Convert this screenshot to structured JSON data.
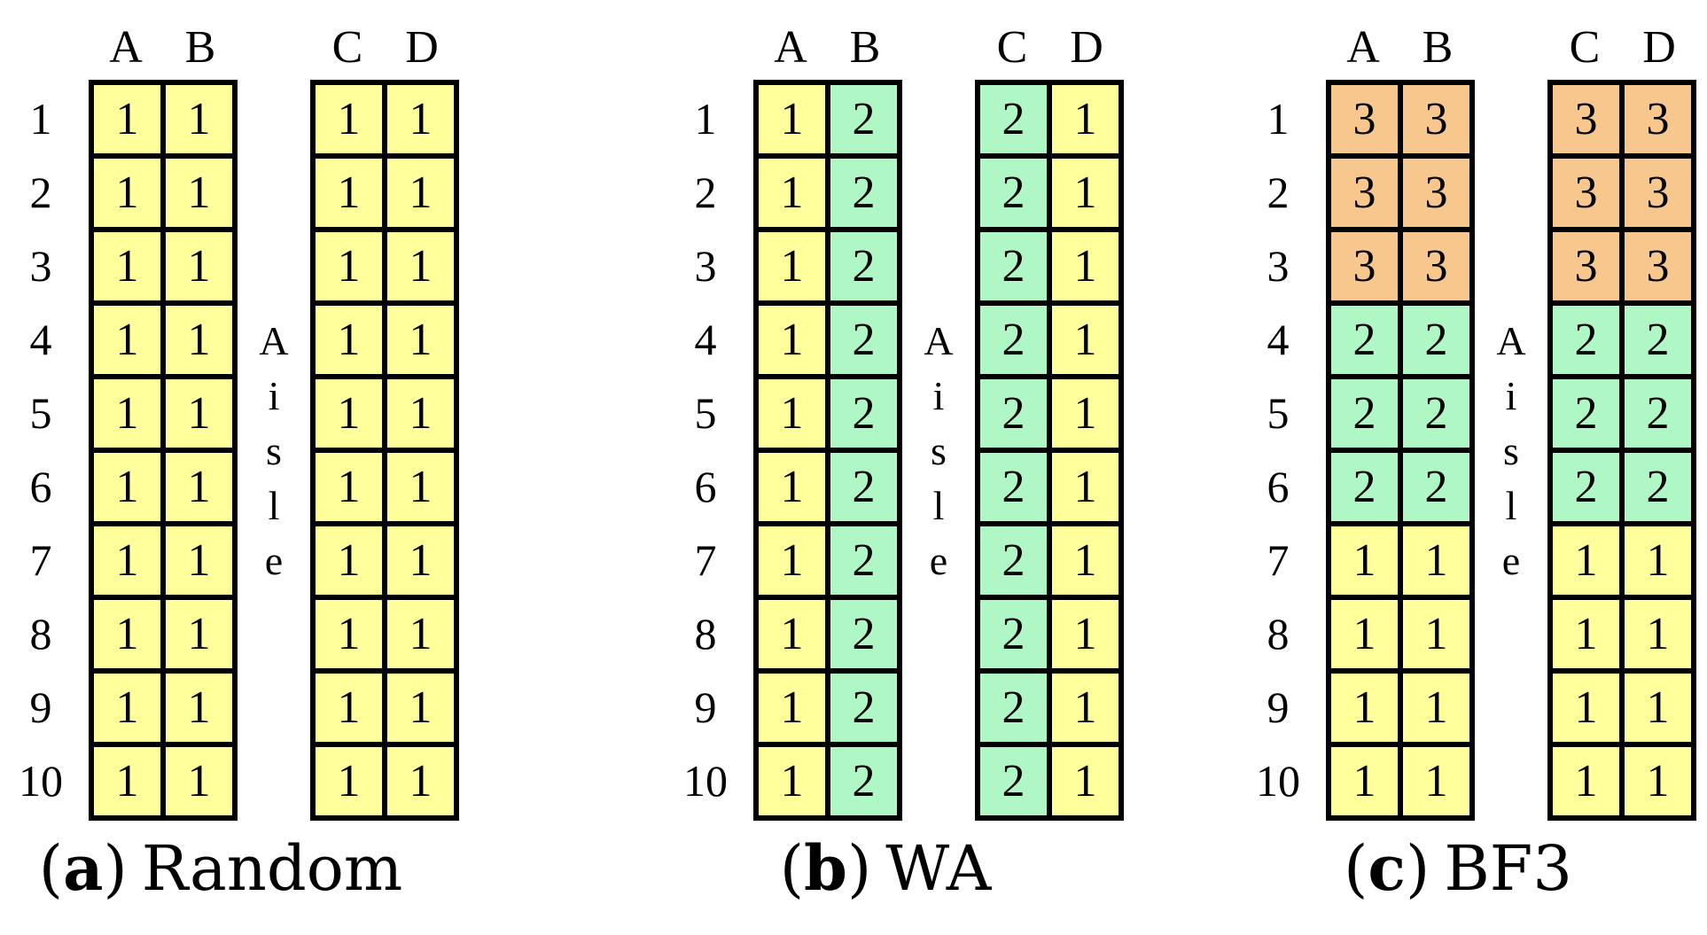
{
  "figure": {
    "group_colors": {
      "1": "#FFFF9C",
      "2": "#B0F7C6",
      "3": "#F8C78E"
    },
    "border_color": "#000000",
    "panels": [
      {
        "caption": {
          "open": "(",
          "letter": "a",
          "close": ")",
          "label": "Random"
        },
        "left_block": {
          "columns": [
            "A",
            "B"
          ]
        },
        "right_block": {
          "columns": [
            "C",
            "D"
          ]
        },
        "aisle_letters": [
          "A",
          "i",
          "s",
          "l",
          "e"
        ],
        "row_numbers": [
          "1",
          "2",
          "3",
          "4",
          "5",
          "6",
          "7",
          "8",
          "9",
          "10"
        ],
        "rows": [
          [
            1,
            1,
            1,
            1
          ],
          [
            1,
            1,
            1,
            1
          ],
          [
            1,
            1,
            1,
            1
          ],
          [
            1,
            1,
            1,
            1
          ],
          [
            1,
            1,
            1,
            1
          ],
          [
            1,
            1,
            1,
            1
          ],
          [
            1,
            1,
            1,
            1
          ],
          [
            1,
            1,
            1,
            1
          ],
          [
            1,
            1,
            1,
            1
          ],
          [
            1,
            1,
            1,
            1
          ]
        ]
      },
      {
        "caption": {
          "open": "(",
          "letter": "b",
          "close": ")",
          "label": "WA"
        },
        "left_block": {
          "columns": [
            "A",
            "B"
          ]
        },
        "right_block": {
          "columns": [
            "C",
            "D"
          ]
        },
        "aisle_letters": [
          "A",
          "i",
          "s",
          "l",
          "e"
        ],
        "row_numbers": [
          "1",
          "2",
          "3",
          "4",
          "5",
          "6",
          "7",
          "8",
          "9",
          "10"
        ],
        "rows": [
          [
            1,
            2,
            2,
            1
          ],
          [
            1,
            2,
            2,
            1
          ],
          [
            1,
            2,
            2,
            1
          ],
          [
            1,
            2,
            2,
            1
          ],
          [
            1,
            2,
            2,
            1
          ],
          [
            1,
            2,
            2,
            1
          ],
          [
            1,
            2,
            2,
            1
          ],
          [
            1,
            2,
            2,
            1
          ],
          [
            1,
            2,
            2,
            1
          ],
          [
            1,
            2,
            2,
            1
          ]
        ]
      },
      {
        "caption": {
          "open": "(",
          "letter": "c",
          "close": ")",
          "label": "BF3"
        },
        "left_block": {
          "columns": [
            "A",
            "B"
          ]
        },
        "right_block": {
          "columns": [
            "C",
            "D"
          ]
        },
        "aisle_letters": [
          "A",
          "i",
          "s",
          "l",
          "e"
        ],
        "row_numbers": [
          "1",
          "2",
          "3",
          "4",
          "5",
          "6",
          "7",
          "8",
          "9",
          "10"
        ],
        "rows": [
          [
            3,
            3,
            3,
            3
          ],
          [
            3,
            3,
            3,
            3
          ],
          [
            3,
            3,
            3,
            3
          ],
          [
            2,
            2,
            2,
            2
          ],
          [
            2,
            2,
            2,
            2
          ],
          [
            2,
            2,
            2,
            2
          ],
          [
            1,
            1,
            1,
            1
          ],
          [
            1,
            1,
            1,
            1
          ],
          [
            1,
            1,
            1,
            1
          ],
          [
            1,
            1,
            1,
            1
          ]
        ]
      }
    ]
  }
}
